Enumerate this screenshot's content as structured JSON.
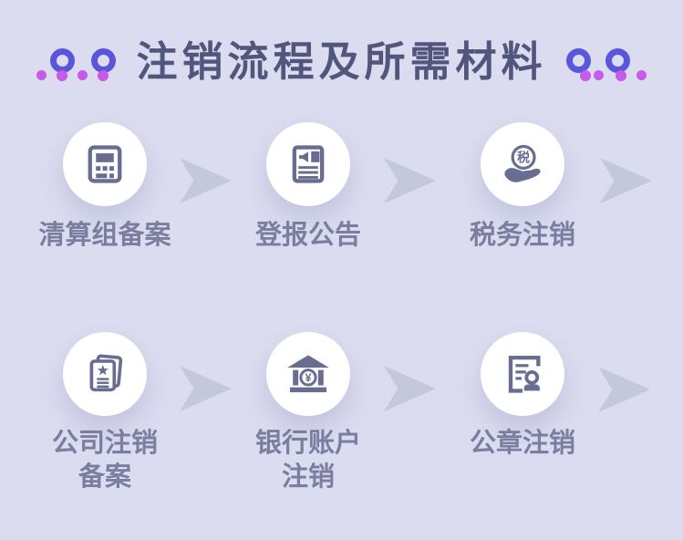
{
  "header": {
    "title": "注销流程及所需材料"
  },
  "steps": [
    {
      "id": "liquidation-group-filing",
      "line1": "清算组备案",
      "line2": "",
      "icon": "calculator-icon"
    },
    {
      "id": "newspaper-announcement",
      "line1": "登报公告",
      "line2": "",
      "icon": "newspaper-megaphone-icon"
    },
    {
      "id": "tax-deregistration",
      "line1": "税务注销",
      "line2": "",
      "icon": "hand-holding-tax-coin-icon",
      "glyph": "税"
    },
    {
      "id": "company-deregistration-filing",
      "line1": "公司注销",
      "line2": "备案",
      "icon": "documents-star-icon"
    },
    {
      "id": "bank-account-deregistration",
      "line1": "银行账户",
      "line2": "注销",
      "icon": "bank-yuan-icon",
      "glyph": "¥"
    },
    {
      "id": "seal-deregistration",
      "line1": "公章注销",
      "line2": "",
      "icon": "stamp-document-icon"
    }
  ],
  "colors": {
    "background": "#dbdcef",
    "title_text": "#53567c",
    "label_text": "#7b7e9f",
    "icon": "#696d91",
    "arrow": "#c3c8da",
    "decor_ring": "#5a56dc",
    "decor_dot": "#c75ae6",
    "circle_fill": "#ffffff"
  }
}
